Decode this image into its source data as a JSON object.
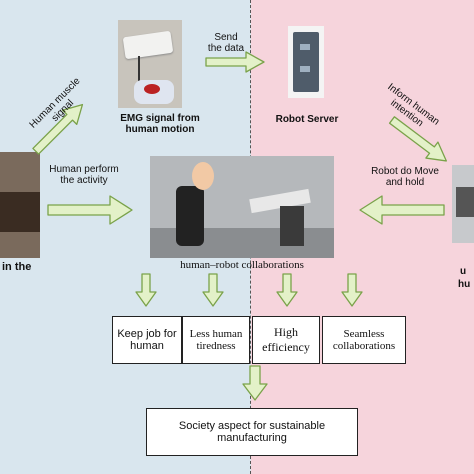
{
  "labels": {
    "human_muscle_signal": "Human muscle signal",
    "send_the_data": "Send the data",
    "emg_signal": "EMG signal from human motion",
    "robot_server": "Robot Server",
    "inform_human_intention": "Inform human intention",
    "human_perform": "Human perform the activity",
    "robot_do": "Robot do Move and hold",
    "human_robot_collab": "human–robot collaborations",
    "left_cutoff": "in the",
    "right_cutoff_1": "u",
    "right_cutoff_2": "hu"
  },
  "benefits": [
    "Keep job for human",
    "Less human tiredness",
    "High efficiency",
    "Seamless collaborations"
  ],
  "society": "Society aspect for sustainable manufacturing",
  "colors": {
    "left_background": "#d9e6ee",
    "right_background": "#f6d4dc",
    "arrow_fill": "#e3f1c8",
    "arrow_stroke": "#7aa24a"
  }
}
